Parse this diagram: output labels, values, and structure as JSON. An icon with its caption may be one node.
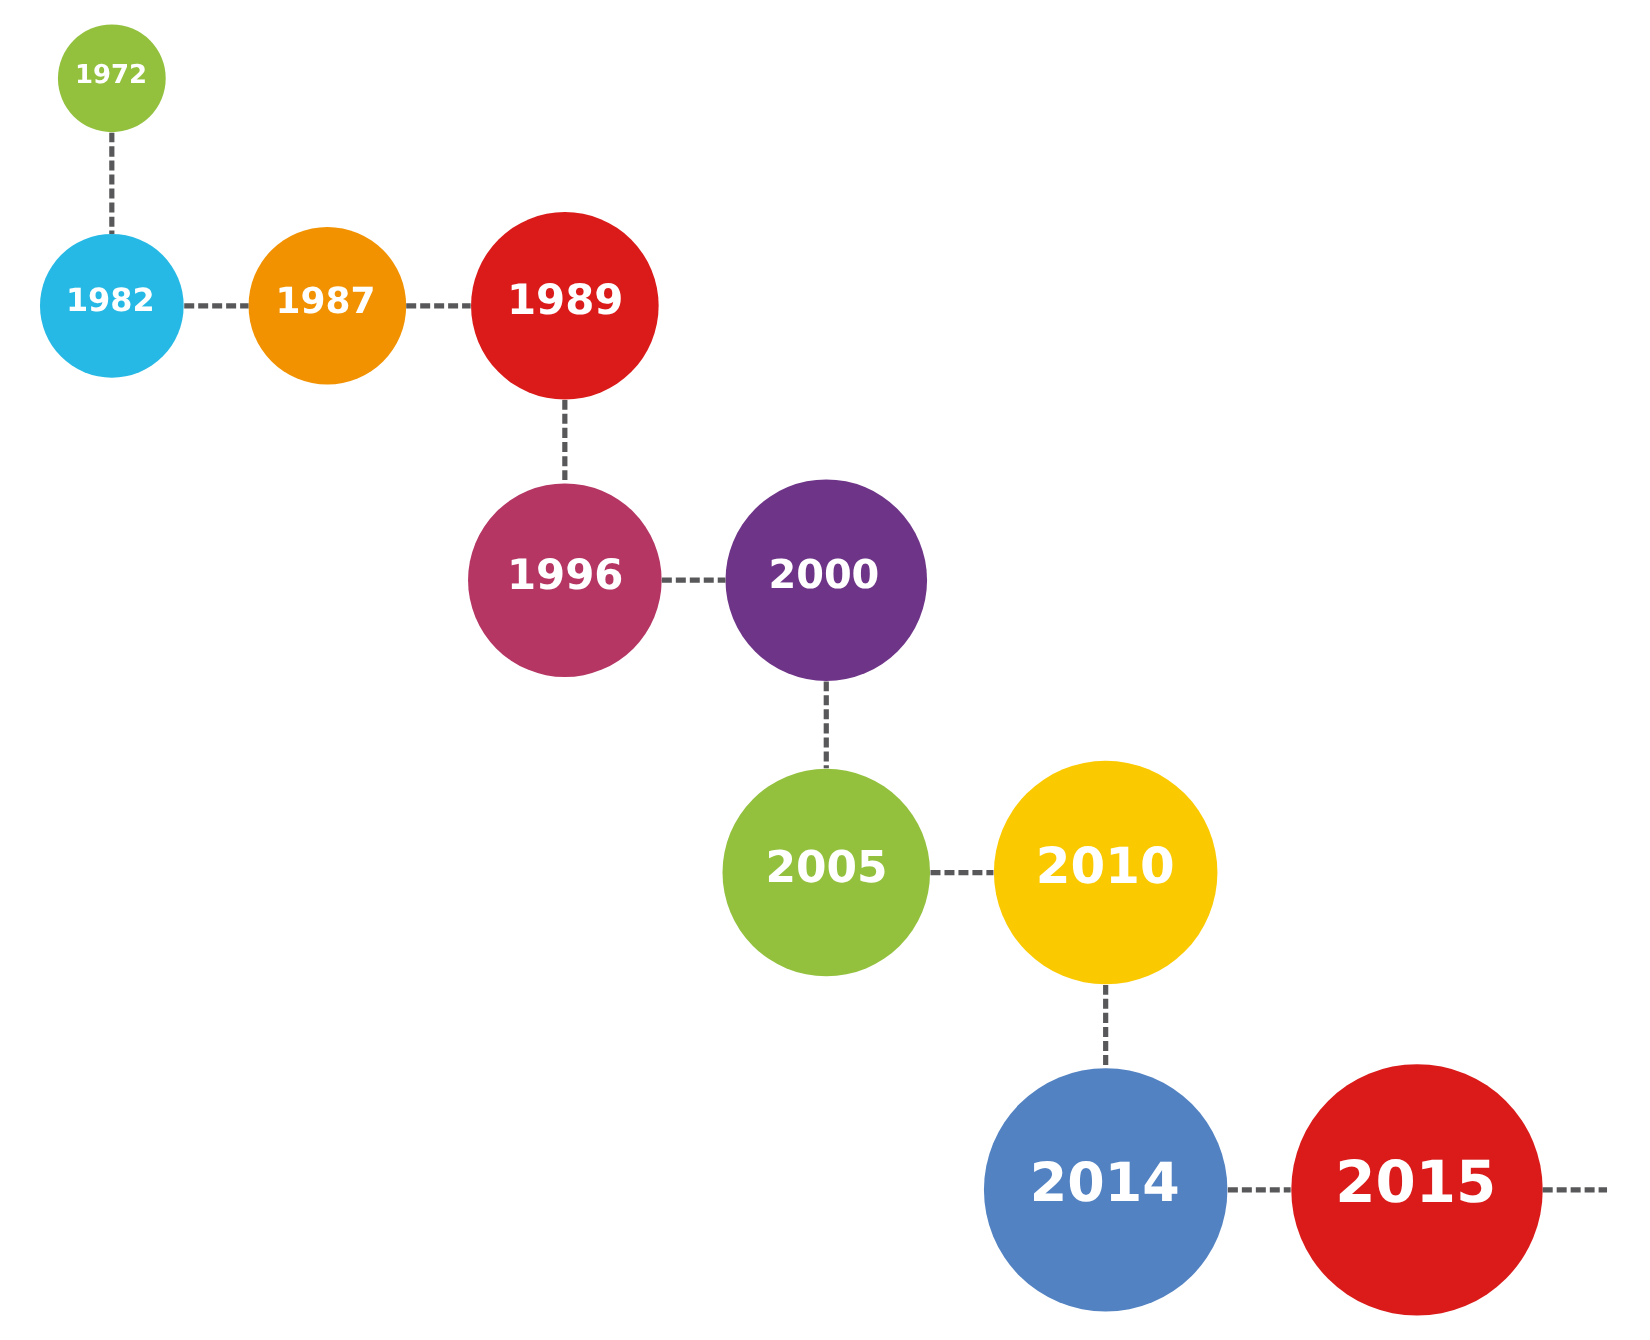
{
  "diagram": {
    "nodes": [
      {
        "text": [
          "1972"
        ]
      },
      {
        "text": [
          "1982"
        ]
      },
      {
        "text": [
          "1987"
        ]
      },
      {
        "text": [
          "1989"
        ]
      },
      {
        "text": [
          "1996"
        ]
      },
      {
        "text": [
          "2000"
        ]
      },
      {
        "text": [
          "2005"
        ]
      },
      {
        "text": [
          "2010"
        ]
      },
      {
        "text": [
          "2014"
        ]
      },
      {
        "text": [
          "2015"
        ]
      }
    ],
    "edges": [
      {
        "from": 0,
        "to": 1,
        "arrow": "none",
        "style": "dashed"
      },
      {
        "from": 1,
        "to": 2,
        "arrow": "none",
        "style": "dashed"
      },
      {
        "from": 2,
        "to": 3,
        "arrow": "none",
        "style": "dashed"
      },
      {
        "from": 3,
        "to": 4,
        "arrow": "none",
        "style": "dashed"
      },
      {
        "from": 4,
        "to": 5,
        "arrow": "none",
        "style": "dashed"
      },
      {
        "from": 5,
        "to": 6,
        "arrow": "none",
        "style": "dashed"
      },
      {
        "from": 6,
        "to": 7,
        "arrow": "none",
        "style": "dashed"
      },
      {
        "from": 7,
        "to": 8,
        "arrow": "none",
        "style": "dashed"
      },
      {
        "from": 8,
        "to": 9,
        "arrow": "none",
        "style": "dashed"
      },
      {
        "from": 9,
        "to": null,
        "arrow": "none",
        "style": "dashed"
      }
    ]
  }
}
